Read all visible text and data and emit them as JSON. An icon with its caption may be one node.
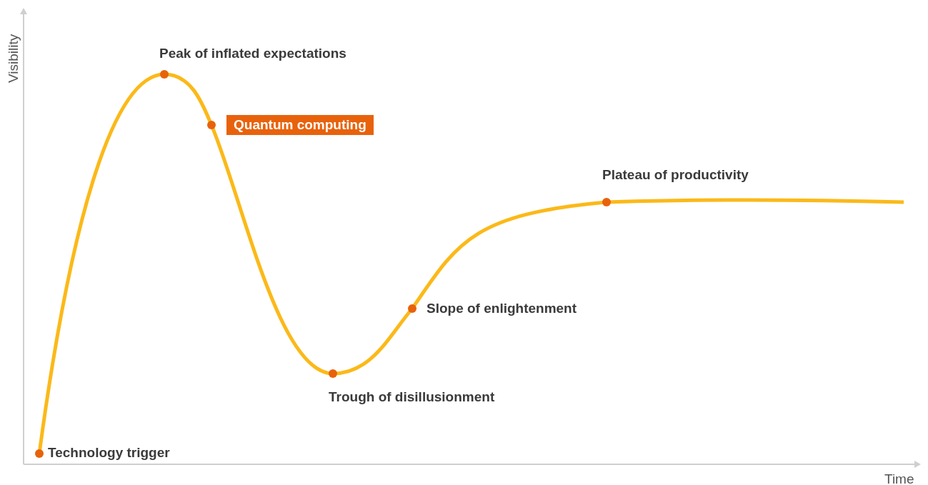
{
  "diagram": {
    "labels": [
      "Peak of inflated expectations",
      "Quantum computing",
      "Plateau of productivity",
      "Slope of enlightenment",
      "Trough of disillusionment",
      "Technology trigger",
      "Visibility",
      "Time"
    ]
  }
}
